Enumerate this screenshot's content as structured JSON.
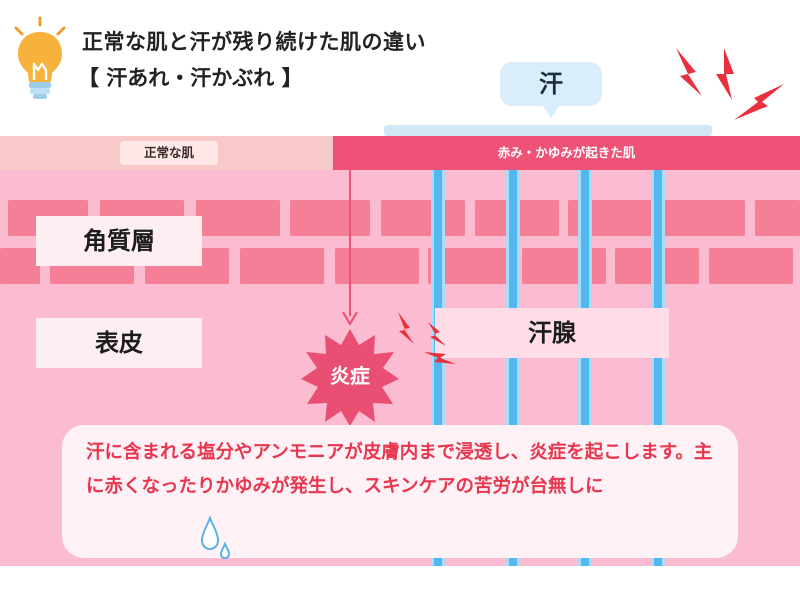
{
  "title": {
    "line1": "正常な肌と汗が残り続けた肌の違い",
    "line2": "【 汗あれ・汗かぶれ 】"
  },
  "labels": {
    "sweat": "汗",
    "normal_skin": "正常な肌",
    "irritated_skin": "赤み・かゆみが起きた肌",
    "stratum_corneum": "角質層",
    "epidermis": "表皮",
    "sweat_gland": "汗腺",
    "inflammation": "炎症"
  },
  "explanation": "汗に含まれる塩分やアンモニアが皮膚内まで浸透し、炎症を起こします。主に赤くなったりかゆみが発生し、スキンケアの苦労が台無しに",
  "colors": {
    "normal_band": "#f8c9c9",
    "irritated_band": "#ee5277",
    "skin": "#fbbcd1",
    "brick": "#f47f96",
    "sweat_duct": "#55b7ef",
    "sweat_film": "#d2e8f5",
    "text_accent": "#e8364f",
    "alert": "#e8303e"
  },
  "icons": [
    "lightbulb-icon",
    "water-drops-icon",
    "lightning-sparks-icon"
  ]
}
